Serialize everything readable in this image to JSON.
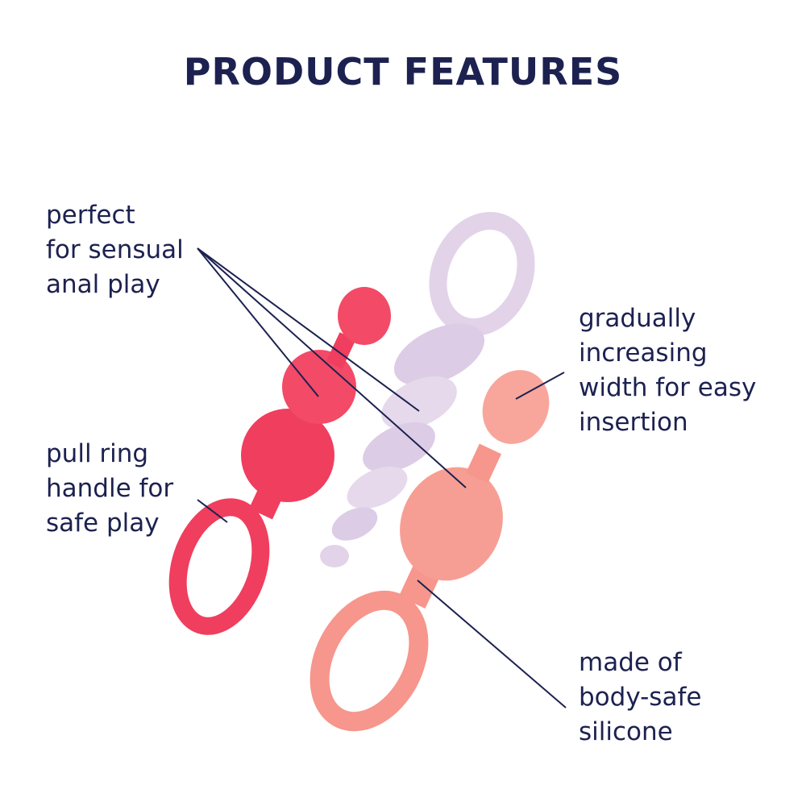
{
  "title": "PRODUCT FEATURES",
  "features": [
    {
      "text": "perfect\nfor sensual\nanal play"
    },
    {
      "text": "pull ring\nhandle for\nsafe play"
    },
    {
      "text": "gradually\nincreasing\nwidth for easy\ninsertion"
    },
    {
      "text": "made of\nbody-safe\nsilicone"
    }
  ],
  "colors": {
    "text": "#1c2150",
    "red": "#f03e5e",
    "lavender": "#e2d3e9",
    "peach": "#f6968c"
  }
}
